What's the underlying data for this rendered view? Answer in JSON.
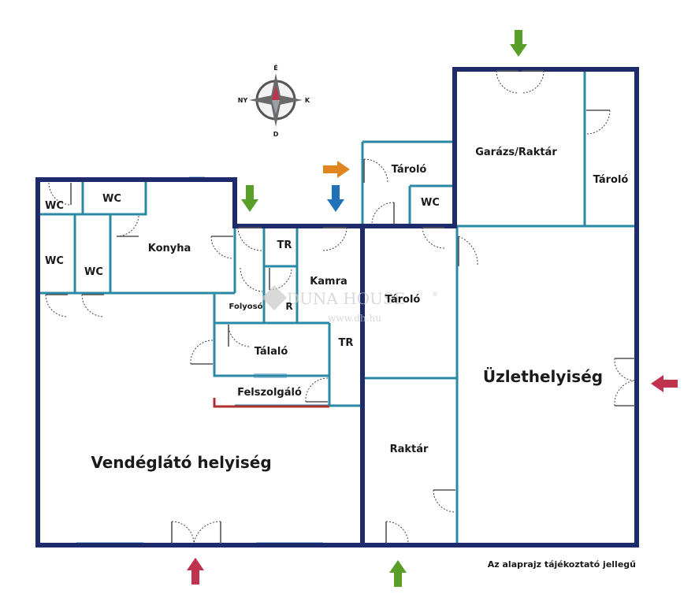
{
  "colors": {
    "outer_wall": "#1d2a6b",
    "inner_wall": "#2a8aa6",
    "window": "#a9c7e0",
    "counter": "#b0302c",
    "arrow_green": "#5a9e2a",
    "arrow_blue": "#1f72b8",
    "arrow_orange": "#e0851f",
    "arrow_red": "#c0334f",
    "watermark": "#c9c9c9"
  },
  "rooms": {
    "wc_top_left": "WC",
    "wc_top_mid": "WC",
    "wc_left": "WC",
    "wc_left2": "WC",
    "konyha": "Konyha",
    "taroло_top": "Tároló",
    "wc_right": "WC",
    "garazs": "Garázs/Raktár",
    "tarolo_right": "Tároló",
    "tr_top": "TR",
    "kamra": "Kamra",
    "folyoso": "Folyosó",
    "r_small": "R",
    "tarolo_mid": "Tároló",
    "talalo": "Tálaló",
    "tr_mid": "TR",
    "felszolgalo": "Felszolgáló",
    "vendeglato": "Vendéglátó helyiség",
    "raktar": "Raktár",
    "uzlet": "Üzlethelyiség"
  },
  "compass": {
    "n": "É",
    "s": "D",
    "w": "NY",
    "e": "K"
  },
  "watermark": {
    "brand": "DUNA HOUSE",
    "registered": "®",
    "url": "www.dh.hu"
  },
  "footer_note": "Az alaprajz tájékoztató jellegű"
}
